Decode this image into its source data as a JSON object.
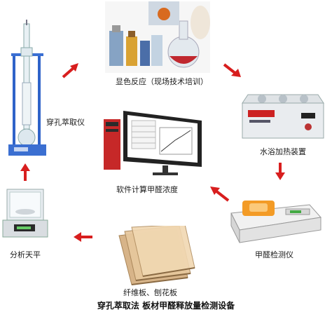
{
  "labels": {
    "soxhlet": "穿孔萃取仪",
    "color_reaction": "显色反应（现场技术培训）",
    "water_bath": "水浴加热装置",
    "detector": "甲醛检测仪",
    "boards": "纤维板、刨花板",
    "balance": "分析天平",
    "software": "软件计算甲醛浓度"
  },
  "caption": "穿孔萃取法  板材甲醛释放量检测设备",
  "colors": {
    "arrow": "#d81e1e"
  }
}
